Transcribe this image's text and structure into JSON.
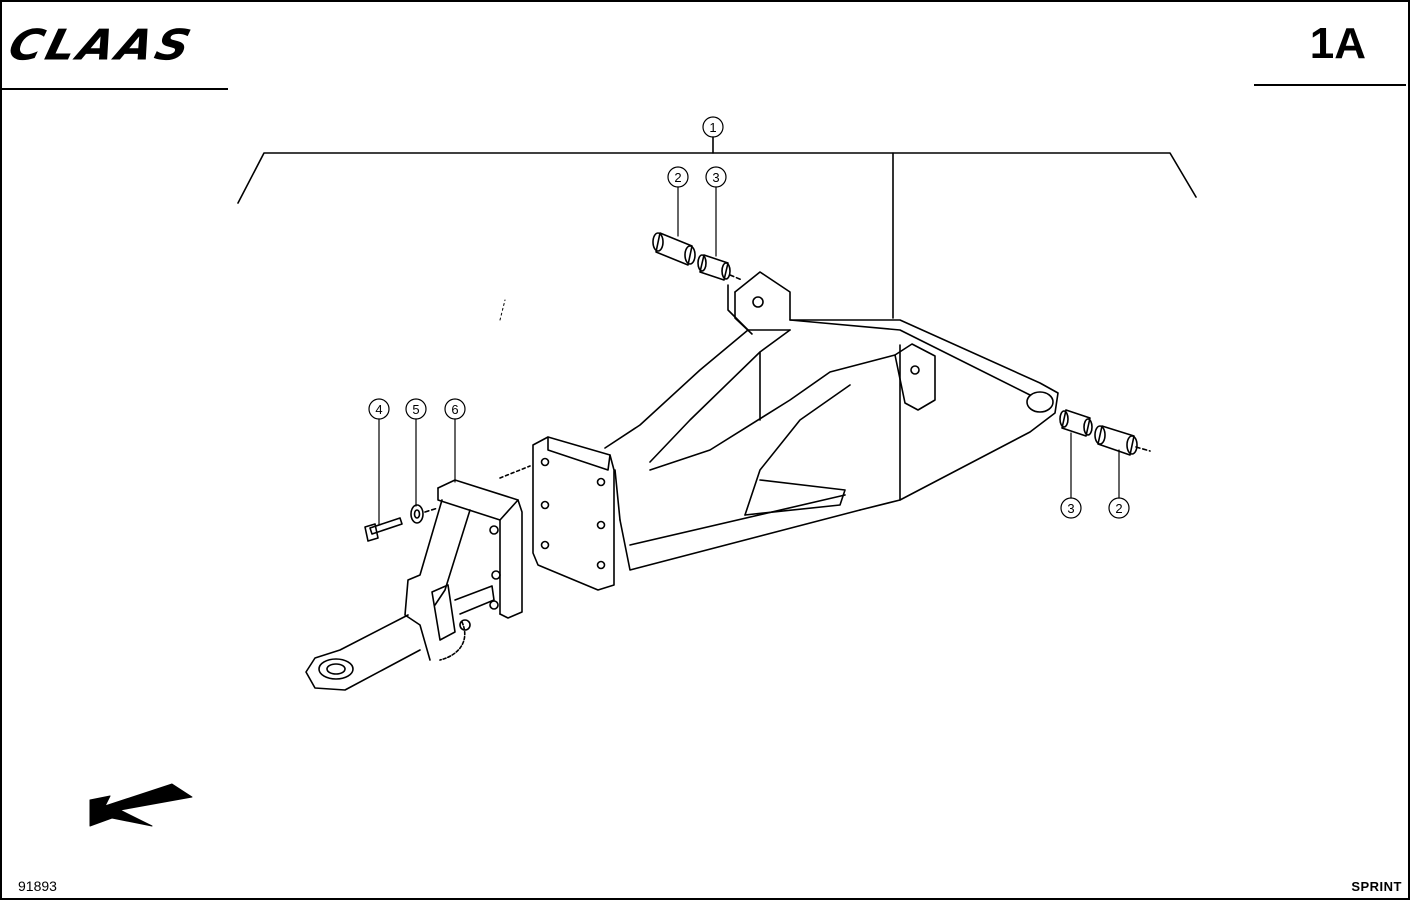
{
  "header": {
    "brand": "CLAAS",
    "page_code": "1A"
  },
  "footer": {
    "drawing_number": "91893",
    "model": "SPRINT"
  },
  "callouts": [
    {
      "label": "1"
    },
    {
      "label": "2"
    },
    {
      "label": "3"
    },
    {
      "label": "2"
    },
    {
      "label": "3"
    },
    {
      "label": "4"
    },
    {
      "label": "5"
    },
    {
      "label": "6"
    }
  ],
  "icons": {
    "direction": "arrow-down-left-icon"
  }
}
